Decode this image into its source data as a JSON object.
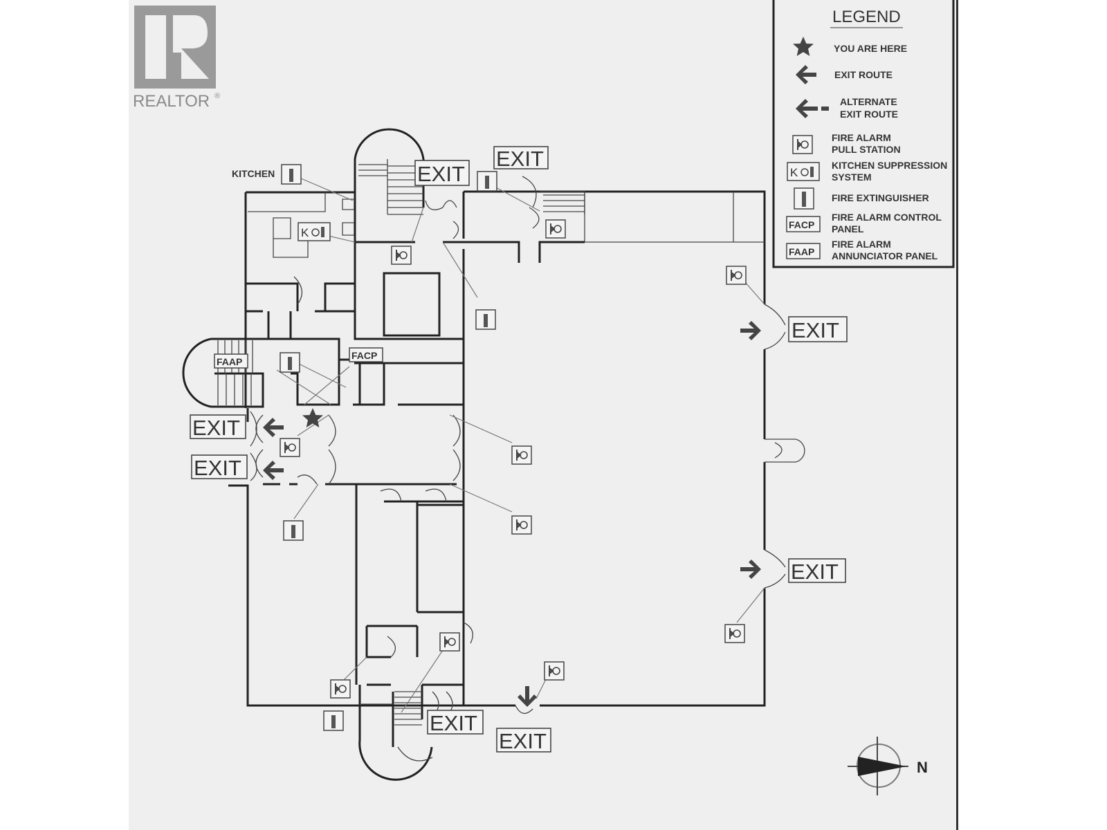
{
  "logo": {
    "brand": "REALTOR",
    "mark": "R",
    "registered": "®"
  },
  "legend": {
    "title": "LEGEND",
    "items": [
      {
        "icon": "star-icon",
        "label1": "YOU ARE HERE",
        "label2": ""
      },
      {
        "icon": "arrow-left-icon",
        "label1": "EXIT ROUTE",
        "label2": ""
      },
      {
        "icon": "dashed-arrow-left-icon",
        "label1": "ALTERNATE",
        "label2": "EXIT ROUTE"
      },
      {
        "icon": "pull-station-icon",
        "label1": "FIRE ALARM",
        "label2": "PULL STATION"
      },
      {
        "icon": "kitchen-suppression-icon",
        "label1": "KITCHEN SUPPRESSION",
        "label2": "SYSTEM",
        "symbol": "K"
      },
      {
        "icon": "extinguisher-icon",
        "label1": "FIRE EXTINGUISHER",
        "label2": ""
      },
      {
        "icon": "facp-icon",
        "label1": "FIRE ALARM CONTROL",
        "label2": "PANEL",
        "symbol": "FACP"
      },
      {
        "icon": "faap-icon",
        "label1": "FIRE ALARM",
        "label2": "ANNUNCIATOR PANEL",
        "symbol": "FAAP"
      }
    ]
  },
  "plan": {
    "kitchen_label": "KITCHEN",
    "kitchen_symbol": "K",
    "facp": "FACP",
    "faap": "FAAP",
    "exit_label": "EXIT",
    "north": "N"
  },
  "colors": {
    "paper": "#efefef",
    "ink": "#222222",
    "symbol_fill": "#555555"
  }
}
